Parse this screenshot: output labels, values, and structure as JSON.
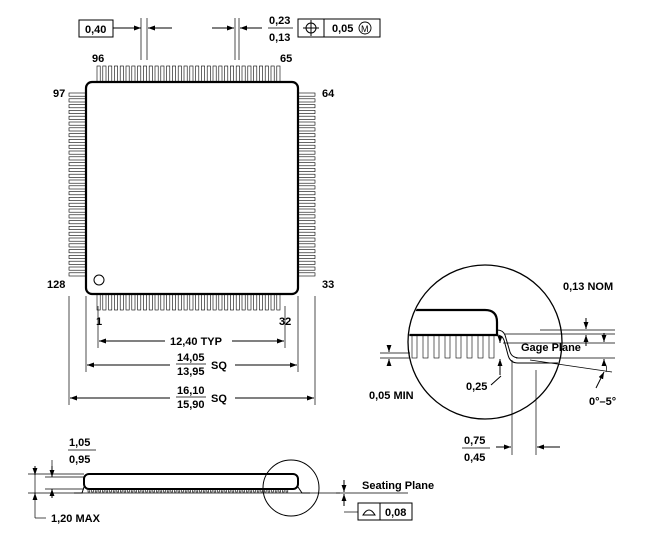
{
  "drawing": {
    "pin_labels": {
      "top_left": "96",
      "top_right": "65",
      "left_top": "97",
      "right_top": "64",
      "left_bottom": "128",
      "right_bottom": "33",
      "bottom_left": "1",
      "bottom_right": "32"
    },
    "top_dims": {
      "pitch_box": "0,40",
      "lead_width_max": "0,23",
      "lead_width_min": "0,13",
      "position_tol": "0,05",
      "position_mod": "M"
    },
    "horizontal_dims": {
      "typ": "12,40 TYP",
      "body_max": "14,05",
      "body_min": "13,95",
      "body_sq": "SQ",
      "overall_max": "16,10",
      "overall_min": "15,90",
      "overall_sq": "SQ"
    },
    "side_view": {
      "height_max": "1,05",
      "height_min": "0,95",
      "total_height": "1,20 MAX",
      "seating_plane": "Seating Plane",
      "flatness": "0,08"
    },
    "detail": {
      "nom": "0,13 NOM",
      "gage_plane": "Gage Plane",
      "gage": "0,25",
      "standoff": "0,05 MIN",
      "angle": "0°–5°",
      "foot_max": "0,75",
      "foot_min": "0,45"
    }
  }
}
